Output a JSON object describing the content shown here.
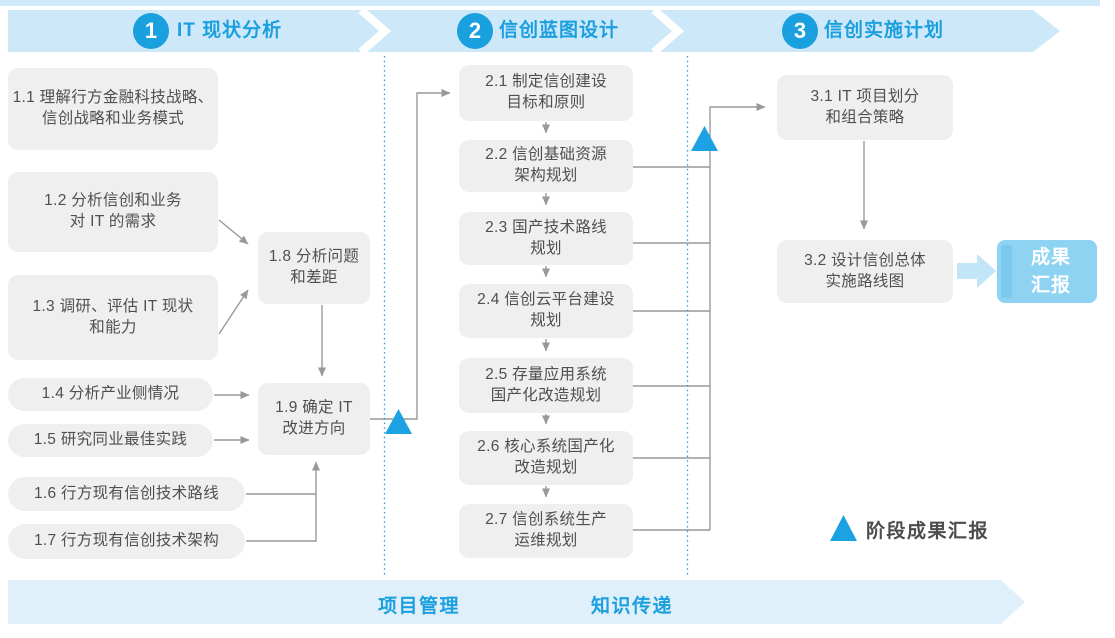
{
  "phases": [
    {
      "number": "1",
      "title": "IT 现状分析",
      "boxes": [
        {
          "label": "1.1 理解行方金融科技战略、\n信创战略和业务模式"
        },
        {
          "label": "1.2 分析信创和业务\n对 IT 的需求"
        },
        {
          "label": "1.3 调研、评估 IT 现状\n和能力"
        },
        {
          "label": "1.4 分析产业侧情况"
        },
        {
          "label": "1.5 研究同业最佳实践"
        },
        {
          "label": "1.6 行方现有信创技术路线"
        },
        {
          "label": "1.7 行方现有信创技术架构"
        },
        {
          "label": "1.8 分析问题\n和差距"
        },
        {
          "label": "1.9 确定 IT\n改进方向"
        }
      ]
    },
    {
      "number": "2",
      "title": "信创蓝图设计",
      "boxes": [
        {
          "label": "2.1 制定信创建设\n目标和原则"
        },
        {
          "label": "2.2 信创基础资源\n架构规划"
        },
        {
          "label": "2.3 国产技术路线\n规划"
        },
        {
          "label": "2.4 信创云平台建设\n规划"
        },
        {
          "label": "2.5 存量应用系统\n国产化改造规划"
        },
        {
          "label": "2.6 核心系统国产化\n改造规划"
        },
        {
          "label": "2.7 信创系统生产\n运维规划"
        }
      ]
    },
    {
      "number": "3",
      "title": "信创实施计划",
      "boxes": [
        {
          "label": "3.1 IT 项目划分\n和组合策略"
        },
        {
          "label": "3.2 设计信创总体\n实施路线图"
        }
      ]
    }
  ],
  "result_box": {
    "label": "成果\n汇报"
  },
  "legend": {
    "label": "阶段成果汇报"
  },
  "footer": {
    "project_management": "项目管理",
    "knowledge_transfer": "知识传递"
  },
  "colors": {
    "band_blue": "#CDE8F8",
    "footer_band_blue": "#DFF0FB",
    "accent_blue": "#1C9FDE",
    "badge_blue": "#1A9FDF",
    "triangle_blue": "#1CA2E2",
    "box_gray": "#EFEFEF",
    "box_text_gray": "#4F4F4F",
    "connector_gray": "#999999",
    "result_fill": "#8FD3F2",
    "result_strip": "#7CC8EE",
    "thick_arrow": "#C3E5F8"
  }
}
